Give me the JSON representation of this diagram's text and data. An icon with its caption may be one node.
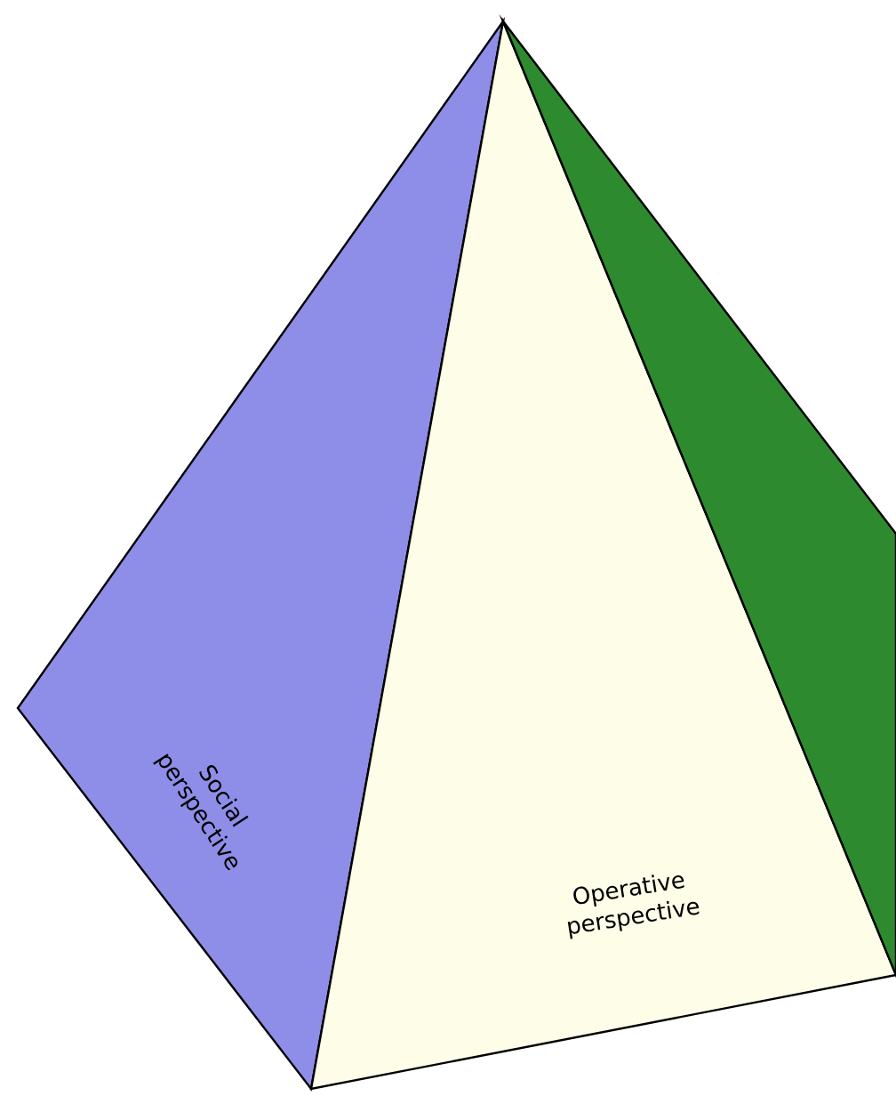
{
  "diagram": {
    "nodes": [
      {
        "text": [
          "Social perspective"
        ]
      },
      {
        "text": [
          "Operative perspective"
        ]
      },
      {
        "text": [],
        "shape": "triangle"
      }
    ]
  }
}
